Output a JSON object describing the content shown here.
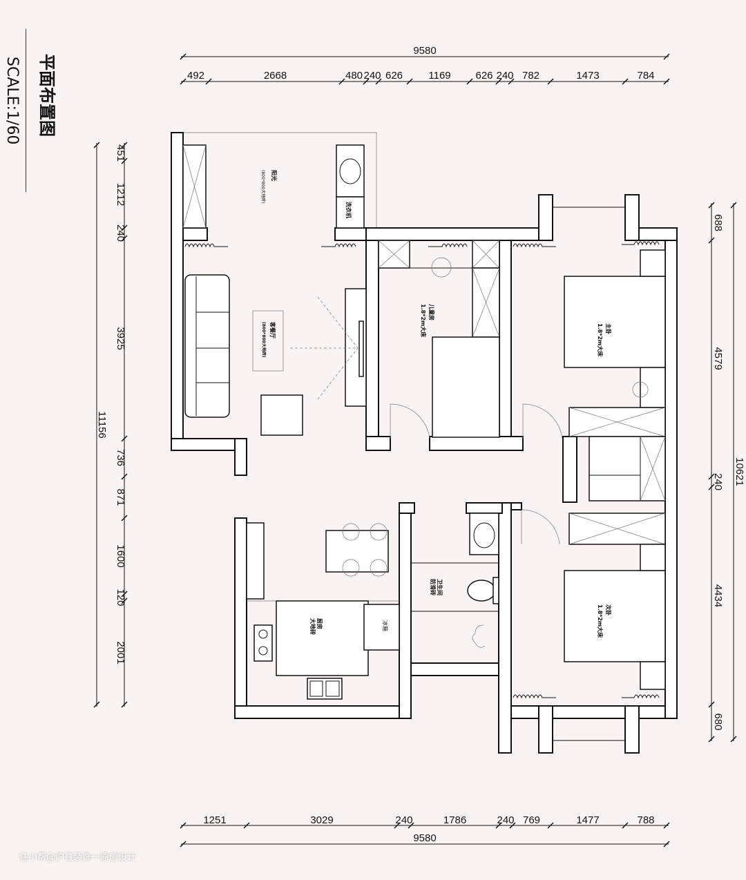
{
  "title": "平面布置图",
  "scale": "SCALE:1/60",
  "watermark": "住小帮@沪寶装饰一原创设计",
  "dims": {
    "top_total": "9580",
    "top": [
      "492",
      "2668",
      "480",
      "240",
      "626",
      "1169",
      "626",
      "240",
      "782",
      "1473",
      "784"
    ],
    "bottom_total": "9580",
    "bottom": [
      "1251",
      "3029",
      "240",
      "1786",
      "240",
      "769",
      "1477",
      "788"
    ],
    "left_total": "11156",
    "left": [
      "451",
      "1212",
      "240",
      "3925",
      "736",
      "871",
      "1600",
      "120",
      "2001"
    ],
    "right_total": "10621",
    "right": [
      "688",
      "4579",
      "240",
      "4434",
      "680"
    ]
  },
  "rooms": {
    "balcony": {
      "name": "阳光",
      "note": "(800*800大地砖)"
    },
    "washer": "洗衣机",
    "living": {
      "name": "客餐厅",
      "note": "(800*800大地砖)"
    },
    "kids": {
      "name": "儿童房",
      "note": "1.8*2m大床"
    },
    "master": {
      "name": "主卧",
      "note": "1.8*2m大床"
    },
    "second": {
      "name": "次卧",
      "note": "1.8*2m大床"
    },
    "bath": {
      "name": "卫生间",
      "note": "防滑砖"
    },
    "kitchen": {
      "name": "厨房",
      "note": "大地砖"
    },
    "fridge": "冰箱"
  }
}
